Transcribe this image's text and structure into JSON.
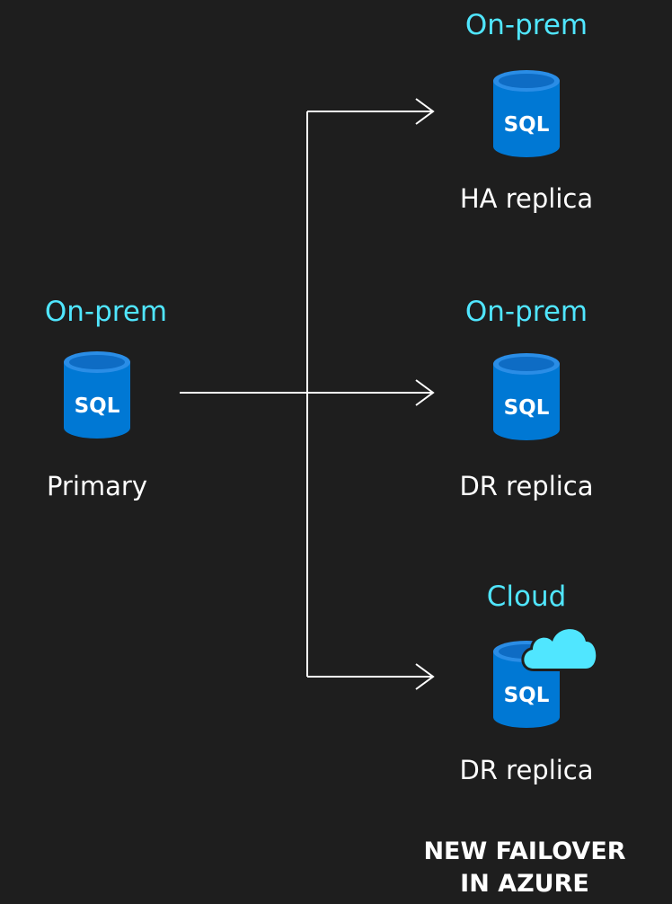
{
  "primary": {
    "location": "On-prem",
    "role": "Primary",
    "icon": "sql-database-icon",
    "icon_text": "SQL"
  },
  "replicas": [
    {
      "location": "On-prem",
      "role": "HA replica",
      "icon": "sql-database-icon",
      "icon_text": "SQL"
    },
    {
      "location": "On-prem",
      "role": "DR replica",
      "icon": "sql-database-icon",
      "icon_text": "SQL"
    },
    {
      "location": "Cloud",
      "role": "DR replica",
      "icon": "sql-database-cloud-icon",
      "icon_text": "SQL"
    }
  ],
  "footnote": {
    "line1": "NEW FAILOVER",
    "line2": "IN AZURE"
  },
  "colors": {
    "background": "#1e1e1e",
    "location_text": "#50e6ff",
    "db_body": "#0078d4",
    "db_top": "#2a8de6",
    "cloud": "#50e6ff",
    "connector": "#ffffff"
  }
}
